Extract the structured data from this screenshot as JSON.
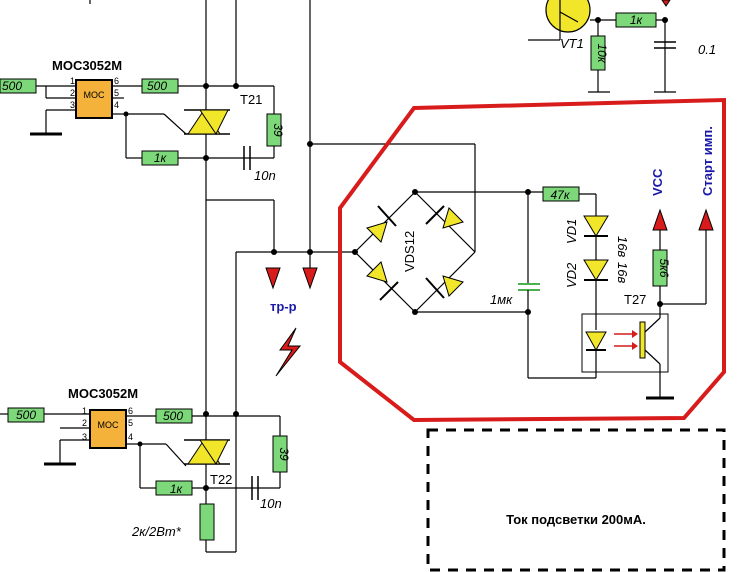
{
  "ic1": {
    "name": "MOC3052M",
    "body": "MOC",
    "pins": [
      "1",
      "2",
      "3",
      "6",
      "5",
      "4"
    ]
  },
  "ic2": {
    "name": "MOC3052M",
    "body": "MOC",
    "pins": [
      "1",
      "2",
      "3",
      "6",
      "5",
      "4"
    ]
  },
  "resistors": {
    "r_in1": "500",
    "r_out1": "500",
    "r_gate1": "1к",
    "r_snub1": "39",
    "r_in2": "500",
    "r_out2": "500",
    "r_gate2": "1к",
    "r_snub2": "39",
    "r_bottom": "2к/2Вт*",
    "r_47k": "47к",
    "r_5k6": "5к6",
    "r_1k_top": "1к",
    "r_10k": "10к"
  },
  "labels": {
    "t21": "T21",
    "t22": "T22",
    "cap1": "10n",
    "cap2": "10n",
    "bridge": "VDS12",
    "vd1": "VD1",
    "vd2": "VD2",
    "zener1": "16в",
    "zener2": "16в",
    "cap_1mk": "1мк",
    "t27": "T27",
    "vt1": "VT1",
    "cap_top": "0.1",
    "vcc": "VCC",
    "start": "Старт имп.",
    "load": "тр-р",
    "note": "Ток подсветки 200мА."
  },
  "colors": {
    "highlight_outline": "#d81b1b",
    "resistor_fill": "#7dd87a",
    "chip_fill": "#f4b23a",
    "diode_fill": "#f2e62a",
    "signal_text": "#1a1aa8"
  }
}
